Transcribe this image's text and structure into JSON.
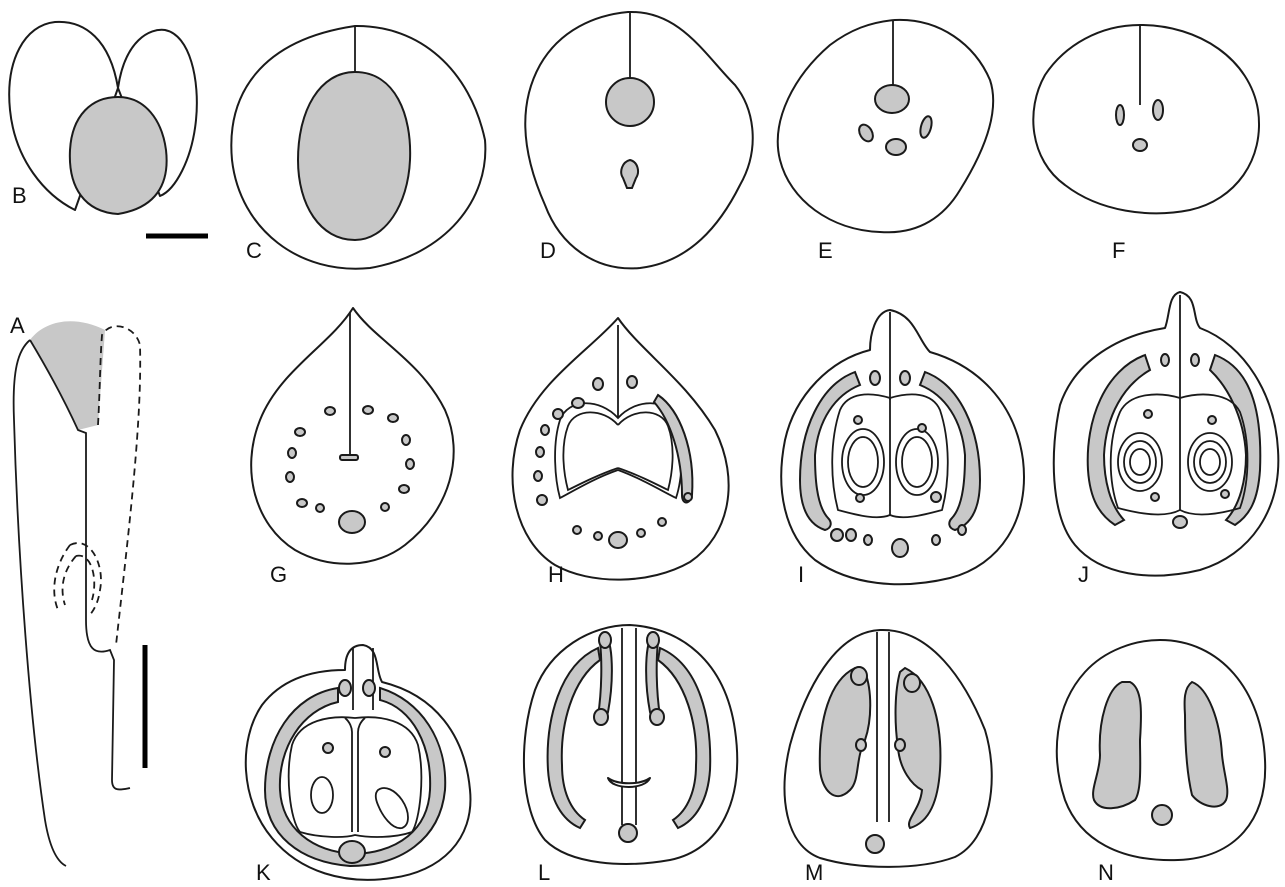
{
  "panels": [
    {
      "id": "A",
      "label": "A"
    },
    {
      "id": "B",
      "label": "B"
    },
    {
      "id": "C",
      "label": "C"
    },
    {
      "id": "D",
      "label": "D"
    },
    {
      "id": "E",
      "label": "E"
    },
    {
      "id": "F",
      "label": "F"
    },
    {
      "id": "G",
      "label": "G"
    },
    {
      "id": "H",
      "label": "H"
    },
    {
      "id": "I",
      "label": "I"
    },
    {
      "id": "J",
      "label": "J"
    },
    {
      "id": "K",
      "label": "K"
    },
    {
      "id": "L",
      "label": "L"
    },
    {
      "id": "M",
      "label": "M"
    },
    {
      "id": "N",
      "label": "N"
    }
  ],
  "colors": {
    "shading": "#c8c8c8",
    "outline": "#1a1a1a",
    "background": "#ffffff"
  }
}
